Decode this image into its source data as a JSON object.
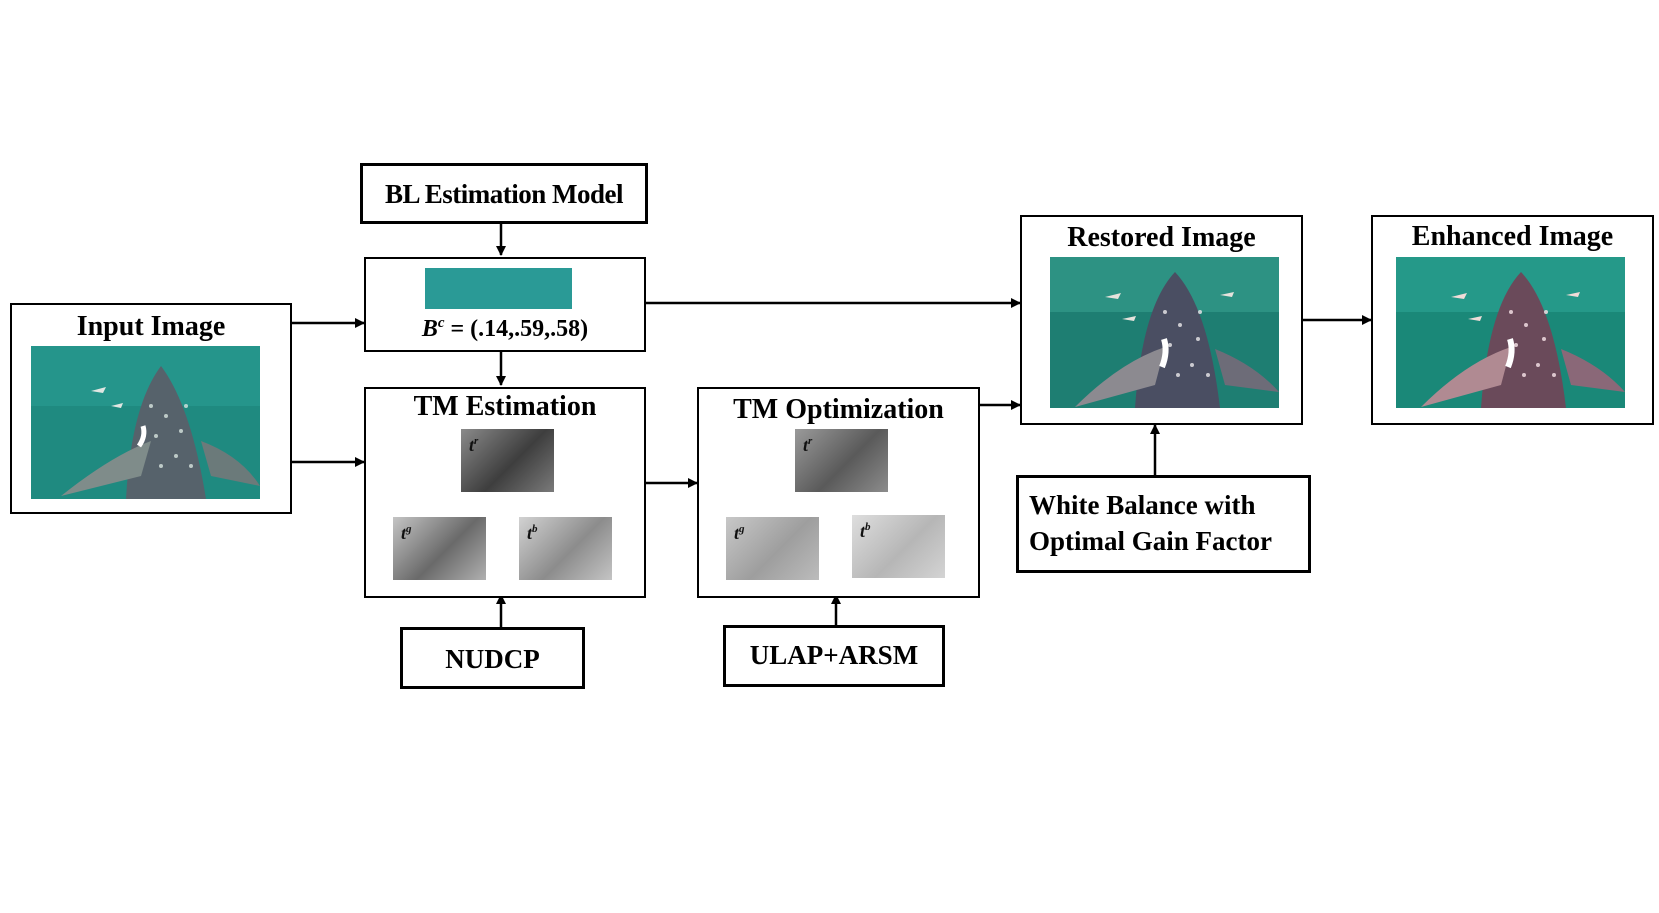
{
  "bl_model": {
    "label": "BL Estimation Model"
  },
  "bl_result": {
    "swatch_color": "#2a9a96",
    "formula_prefix": "B",
    "formula_sup": "c",
    "formula_rest": " = (.14,.59,.58)"
  },
  "input": {
    "title": "Input Image"
  },
  "tm_estimation": {
    "title": "TM Estimation",
    "maps": {
      "r": "t",
      "r_sup": "r",
      "g": "t",
      "g_sup": "g",
      "b": "t",
      "b_sup": "b"
    }
  },
  "tm_optimization": {
    "title": "TM Optimization",
    "maps": {
      "r": "t",
      "r_sup": "r",
      "g": "t",
      "g_sup": "g",
      "b": "t",
      "b_sup": "b"
    }
  },
  "nudcp": {
    "label": "NUDCP"
  },
  "ulap": {
    "label": "ULAP+ARSM"
  },
  "restored": {
    "title": "Restored Image"
  },
  "enhanced": {
    "title": "Enhanced Image"
  },
  "white_balance": {
    "line1": "White Balance with",
    "line2": "Optimal Gain Factor"
  }
}
